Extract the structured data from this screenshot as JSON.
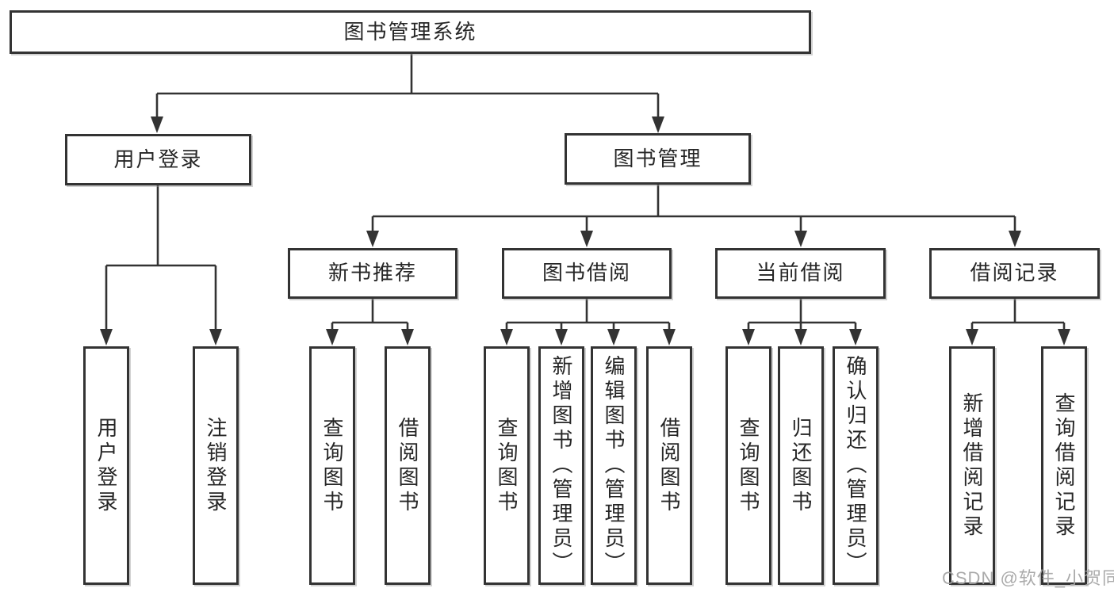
{
  "tree": {
    "label": "图书管理系统",
    "children": [
      {
        "label": "用户登录",
        "children": [
          {
            "label": "用户登录"
          },
          {
            "label": "注销登录"
          }
        ]
      },
      {
        "label": "图书管理",
        "children": [
          {
            "label": "新书推荐",
            "children": [
              {
                "label": "查询图书"
              },
              {
                "label": "借阅图书"
              }
            ]
          },
          {
            "label": "图书借阅",
            "children": [
              {
                "label": "查询图书"
              },
              {
                "label": "新增图书（管理员）"
              },
              {
                "label": "编辑图书（管理员）"
              },
              {
                "label": "借阅图书"
              }
            ]
          },
          {
            "label": "当前借阅",
            "children": [
              {
                "label": "查询图书"
              },
              {
                "label": "归还图书"
              },
              {
                "label": "确认归还（管理员）"
              }
            ]
          },
          {
            "label": "借阅记录",
            "children": [
              {
                "label": "新增借阅记录"
              },
              {
                "label": "查询借阅记录"
              }
            ]
          }
        ]
      }
    ]
  },
  "watermark": "CSDN @软件_小贺同学",
  "colors": {
    "line": "#333333",
    "text": "#262626",
    "box_bg": "#ffffff",
    "page_bg": "#ffffff",
    "watermark": "#a3a3a3"
  }
}
